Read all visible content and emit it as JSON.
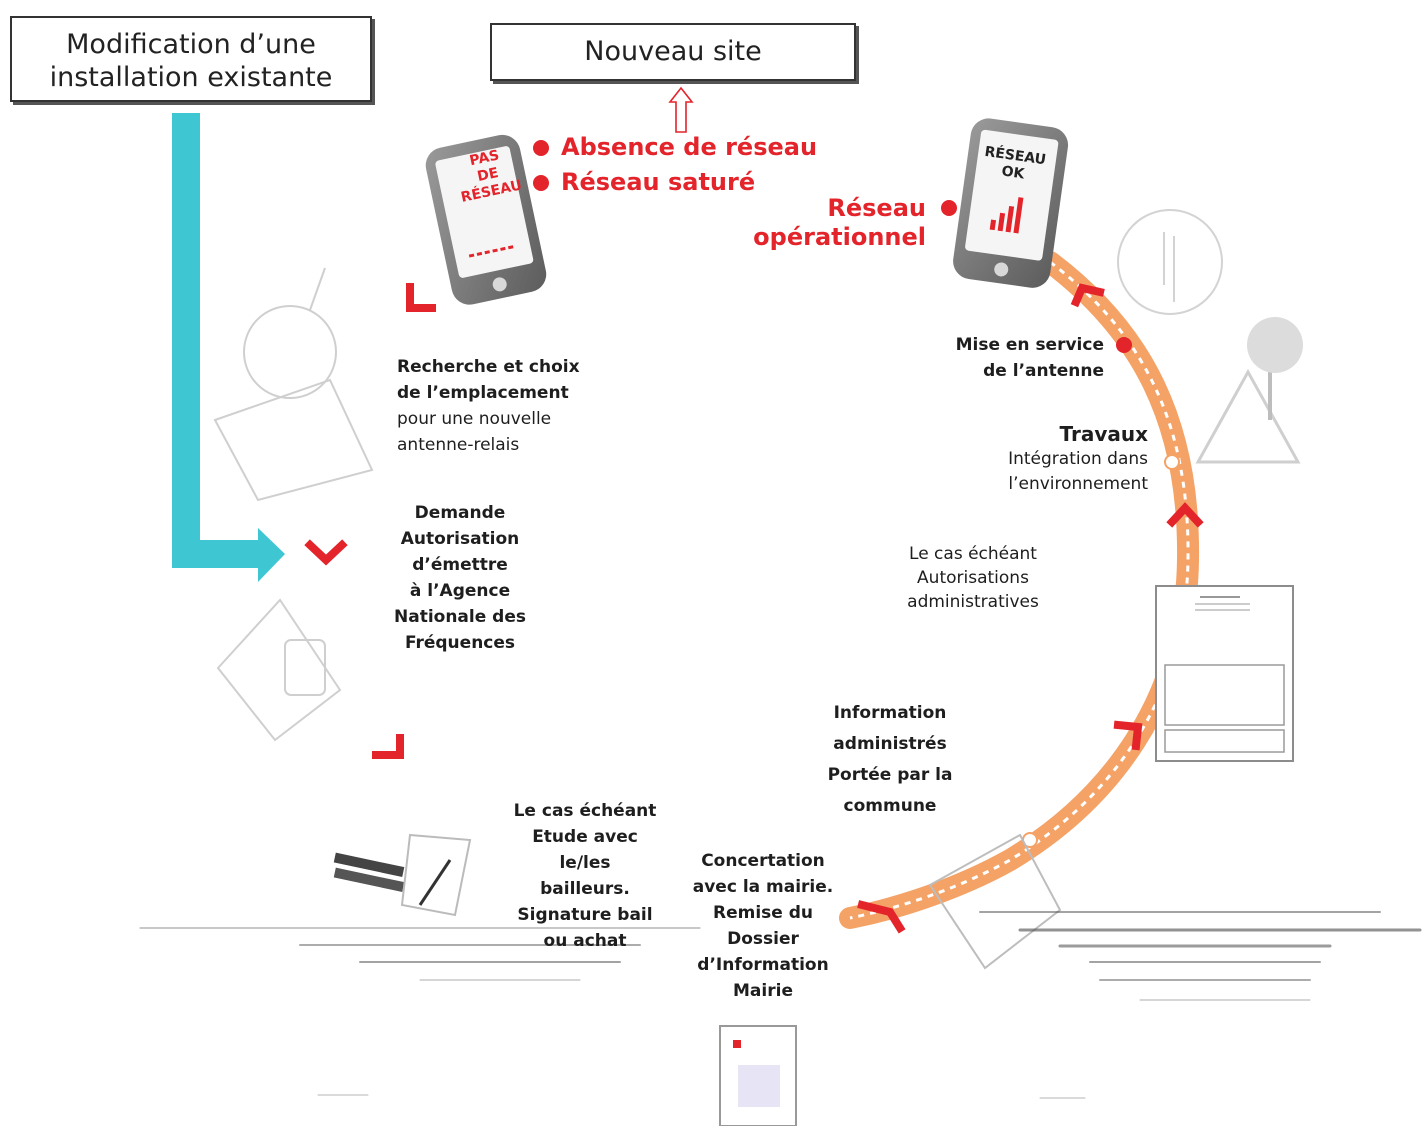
{
  "boxes": {
    "existing": [
      "Modification d’une",
      "installation existante"
    ],
    "new_site": "Nouveau site"
  },
  "phones": {
    "no_network": [
      "PAS",
      "DE",
      "RÉSEAU"
    ],
    "ok_network": [
      "RÉSEAU",
      "OK"
    ]
  },
  "problems": [
    "Absence de réseau",
    "Réseau saturé"
  ],
  "operational": [
    "Réseau",
    "opérationnel"
  ],
  "steps": {
    "search": {
      "title": [
        "Recherche et choix",
        "de l’emplacement"
      ],
      "desc": [
        "pour une nouvelle",
        "antenne-relais"
      ]
    },
    "anfr": [
      "Demande",
      "Autorisation",
      "d’émettre",
      "à l’Agence",
      "Nationale des",
      "Fréquences"
    ],
    "lease": [
      "Le cas échéant",
      "Etude avec",
      "le/les",
      "bailleurs.",
      "Signature bail",
      "ou achat"
    ],
    "concertation": [
      "Concertation",
      "avec la mairie.",
      "Remise du",
      "Dossier",
      "d’Information",
      "Mairie"
    ],
    "information": [
      "Information",
      "administrés",
      "Portée par la",
      "commune"
    ],
    "authorisations": [
      "Le cas échéant",
      "Autorisations",
      "administratives"
    ],
    "works": {
      "title": "Travaux",
      "desc": [
        "Intégration dans",
        "l’environnement"
      ]
    },
    "commissioning": [
      "Mise en service",
      "de l’antenne"
    ]
  },
  "colors": {
    "accent_red": "#e3242b",
    "cyan_arrow": "#3ec7d3",
    "orange_path": "#f4a266"
  }
}
